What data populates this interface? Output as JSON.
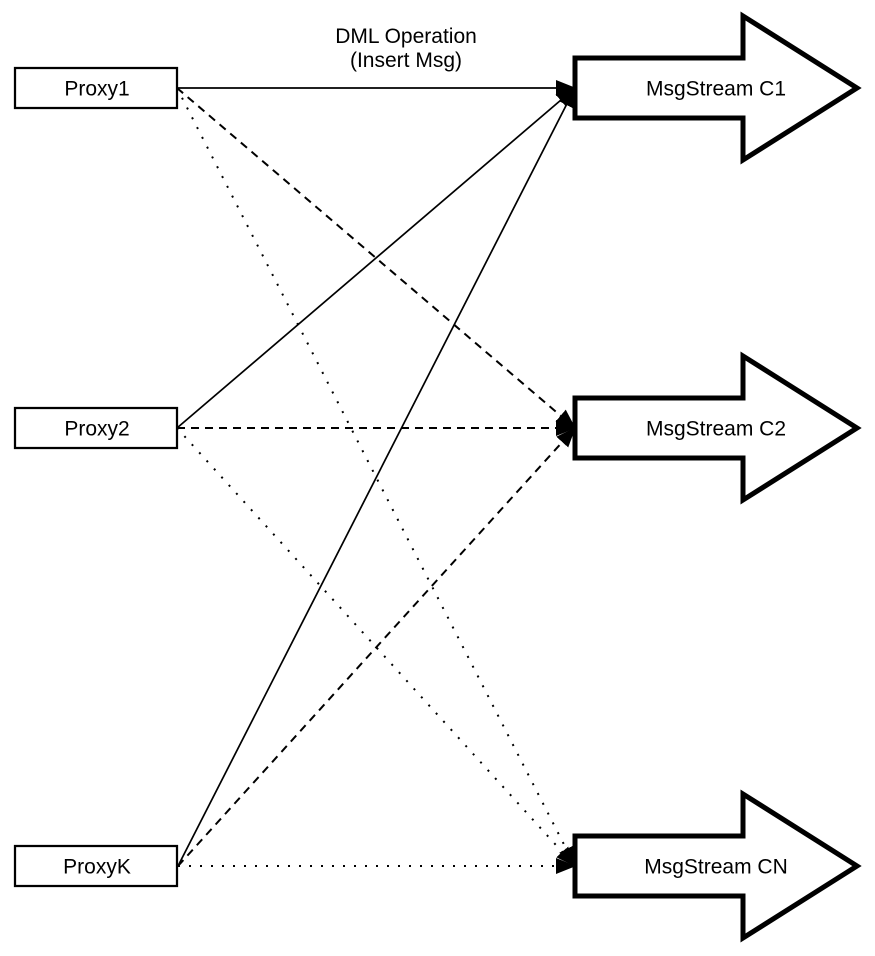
{
  "title": {
    "line1": "DML Operation",
    "line2": "(Insert Msg)"
  },
  "colors": {
    "stroke": "#000000",
    "fill": "#ffffff",
    "background": "#ffffff"
  },
  "proxies": [
    {
      "id": "proxy1",
      "label": "Proxy1"
    },
    {
      "id": "proxy2",
      "label": "Proxy2"
    },
    {
      "id": "proxyk",
      "label": "ProxyK"
    }
  ],
  "streams": [
    {
      "id": "c1",
      "label": "MsgStream C1"
    },
    {
      "id": "c2",
      "label": "MsgStream C2"
    },
    {
      "id": "cn",
      "label": "MsgStream CN"
    }
  ],
  "connections": [
    {
      "from": "proxy1",
      "to": "c1",
      "style": "solid"
    },
    {
      "from": "proxy1",
      "to": "c2",
      "style": "dashed"
    },
    {
      "from": "proxy1",
      "to": "cn",
      "style": "dotted"
    },
    {
      "from": "proxy2",
      "to": "c1",
      "style": "solid"
    },
    {
      "from": "proxy2",
      "to": "c2",
      "style": "dashed"
    },
    {
      "from": "proxy2",
      "to": "cn",
      "style": "dotted"
    },
    {
      "from": "proxyk",
      "to": "c1",
      "style": "solid"
    },
    {
      "from": "proxyk",
      "to": "c2",
      "style": "dashed"
    },
    {
      "from": "proxyk",
      "to": "cn",
      "style": "dotted"
    }
  ]
}
